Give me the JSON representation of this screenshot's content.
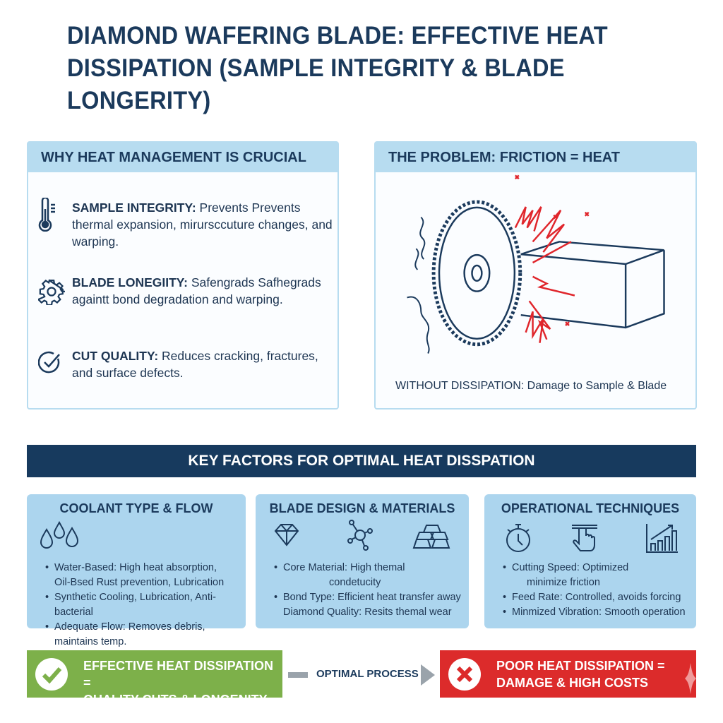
{
  "title": {
    "line1": "DIAMOND WAFERING BLADE: EFFECTIVE HEAT",
    "line2": "DISSIPATION (SAMPLE INTEGRITY & BLADE LONGERITY)"
  },
  "why": {
    "heading": "WHY HEAT MANAGEMENT IS CRUCIAL",
    "items": [
      {
        "icon": "thermometer-icon",
        "label": "SAMPLE INTEGRITY:",
        "text": " Prevents Prevents thermal expansion, mirursccuture changes, and warping."
      },
      {
        "icon": "gear-icon",
        "label": "BLADE LONEGIITY:",
        "text": " Safengrads Safhegrads againtt bond degradation and warping."
      },
      {
        "icon": "check-circle-icon",
        "label": "CUT QUALITY:",
        "text": " Reduces cracking, fractures, and surface defects."
      }
    ]
  },
  "problem": {
    "heading": "THE PROBLEM: FRICTION = HEAT",
    "caption": "WITHOUT DISSIPATION: Damage to Sample & Blade",
    "colors": {
      "heat": "#e0262c",
      "line": "#1b3a5c"
    }
  },
  "banner": "KEY FACTORS FOR OPTIMAL HEAT DISSPATION",
  "cards": [
    {
      "title": "COOLANT TYPE & FLOW",
      "bullets": [
        "Water-Based: High heat absorption,",
        "Oil-Bsed Rust prevention, Lubrication",
        "Synthetic Cooling, Lubrication, Anti-bacterial",
        "Adequate Flow: Removes debris, maintains temp."
      ]
    },
    {
      "title": "BLADE DESIGN & MATERIALS",
      "bullets": [
        "Core Material: High themal",
        "condetucity",
        "Bond Type: Efficient heat transfer away",
        "Diamond Quality: Resits themal wear"
      ]
    },
    {
      "title": "OPERATIONAL TECHNIQUES",
      "bullets": [
        "Cutting Speed: Optimized",
        "minimize friction",
        "Feed Rate: Controlled, avoids forcing",
        "Minmized Vibration: Smooth operation"
      ]
    }
  ],
  "outcome": {
    "good": {
      "line1": "EFFECTIVE HEAT DISSIPATION =",
      "line2": "QUALITY CUTS & LONGENITY",
      "color": "#7db04a"
    },
    "process": "OPTIMAL PROCESS",
    "bad": {
      "line1": "POOR HEAT DISSIPATION =",
      "line2": "DAMAGE & HIGH COSTS",
      "color": "#dc2b2b"
    }
  }
}
